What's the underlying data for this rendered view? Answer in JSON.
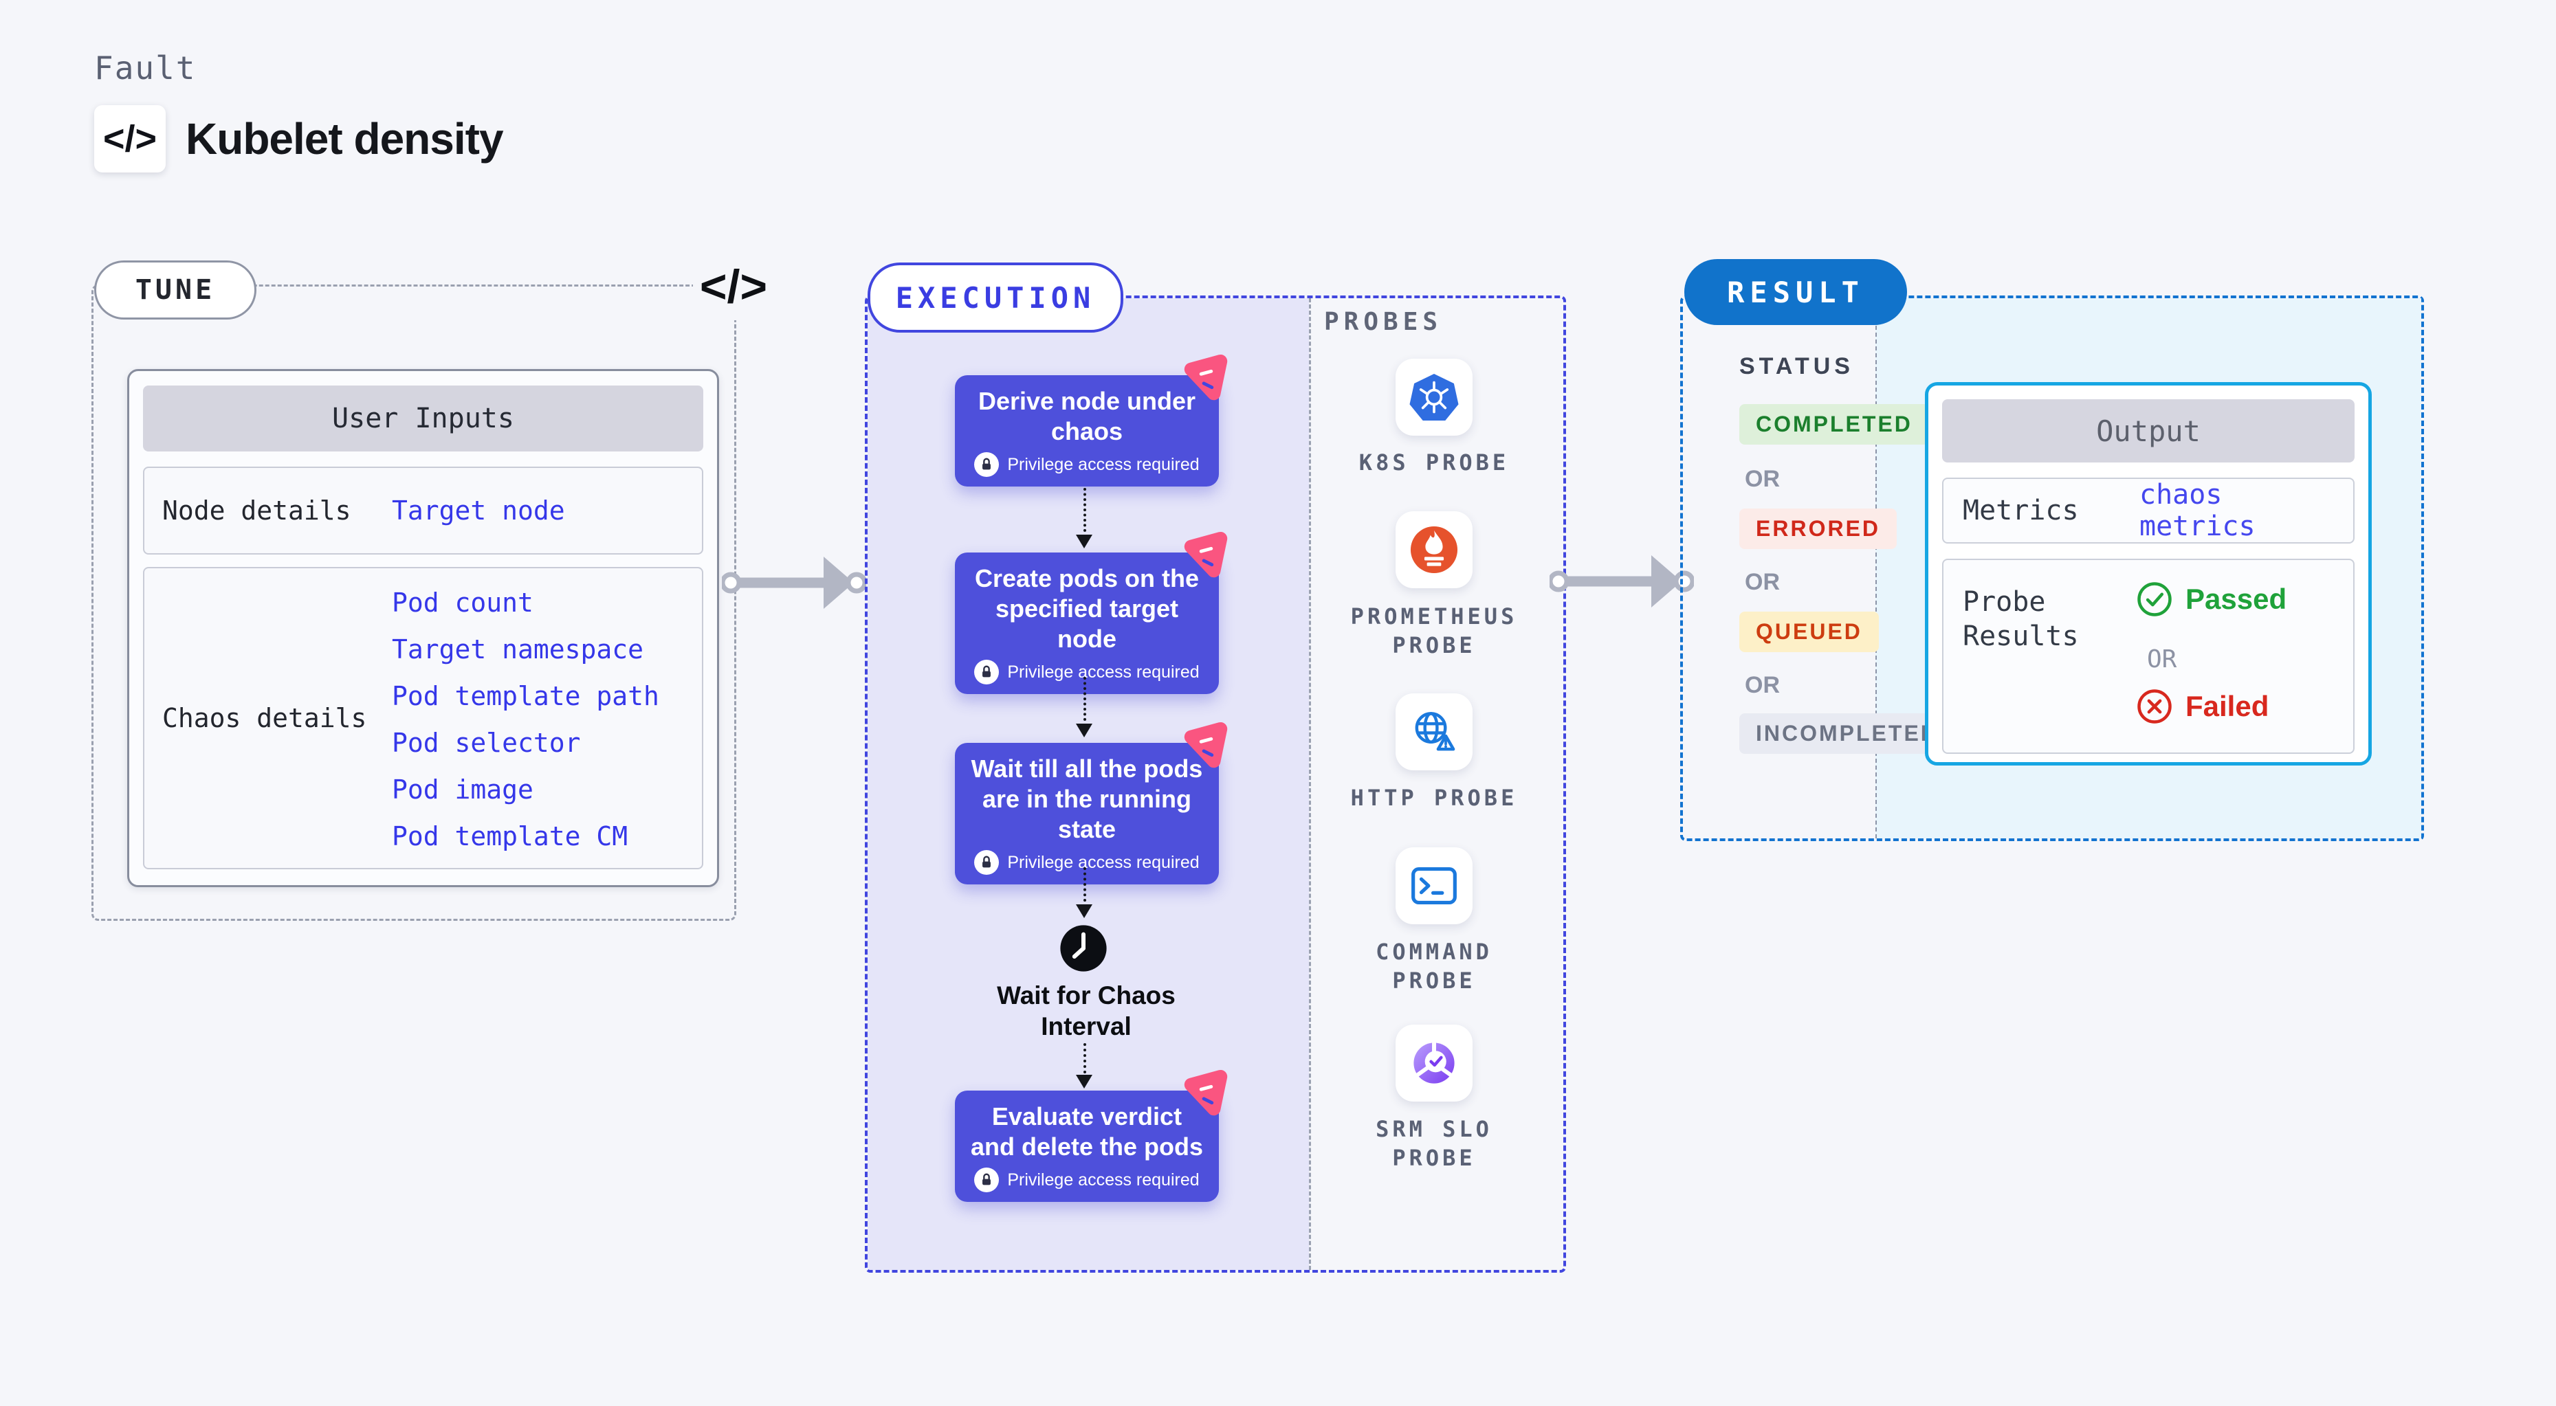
{
  "header": {
    "eyebrow": "Fault",
    "title": "Kubelet density",
    "code_icon": "</>"
  },
  "tune": {
    "label": "TUNE",
    "corner_icon": "</>",
    "user_inputs": {
      "title": "User Inputs",
      "node_row": {
        "label": "Node details",
        "link": "Target node"
      },
      "chaos_row": {
        "label": "Chaos details",
        "links": [
          "Pod count",
          "Target namespace",
          "Pod template path",
          "Pod selector",
          "Pod image",
          "Pod template CM"
        ]
      }
    }
  },
  "execution": {
    "label": "EXECUTION",
    "steps": [
      {
        "text": "Derive node under chaos",
        "privilege": "Privilege access required",
        "icon": "chaos-experiment-icon"
      },
      {
        "text": "Create pods on the specified target node",
        "privilege": "Privilege access required",
        "icon": "chaos-experiment-icon"
      },
      {
        "text": "Wait till all the pods are in the running state",
        "privilege": "Privilege access required",
        "icon": "chaos-experiment-icon"
      },
      {
        "text": "Evaluate verdict and delete the pods",
        "privilege": "Privilege access required",
        "icon": "chaos-experiment-icon"
      }
    ],
    "wait_step": {
      "label": "Wait for Chaos Interval",
      "icon": "clock-icon"
    },
    "probes": {
      "title": "PROBES",
      "items": [
        {
          "label": "K8S PROBE",
          "icon": "kubernetes-icon"
        },
        {
          "label": "PROMETHEUS\nPROBE",
          "icon": "prometheus-flame-icon"
        },
        {
          "label": "HTTP PROBE",
          "icon": "globe-warning-icon"
        },
        {
          "label": "COMMAND\nPROBE",
          "icon": "terminal-icon"
        },
        {
          "label": "SRM SLO\nPROBE",
          "icon": "slo-donut-check-icon"
        }
      ]
    }
  },
  "result": {
    "label": "RESULT",
    "status": {
      "title": "STATUS",
      "items": [
        {
          "text": "COMPLETED"
        },
        {
          "text": "OR"
        },
        {
          "text": "ERRORED"
        },
        {
          "text": "OR"
        },
        {
          "text": "QUEUED"
        },
        {
          "text": "OR"
        },
        {
          "text": "INCOMPLETED"
        }
      ]
    },
    "output": {
      "title": "Output",
      "metrics_label": "Metrics",
      "metrics_link": "chaos metrics",
      "probe_results_label": "Probe Results",
      "passed": "Passed",
      "or": "OR",
      "failed": "Failed",
      "passed_icon": "check-circle-icon",
      "failed_icon": "x-circle-icon"
    }
  },
  "colors": {
    "page_bg": "#f5f6fa",
    "accent_indigo": "#4146df",
    "step_purple": "#4e50db",
    "lavender_bg": "#e5e5f9",
    "result_pill_blue": "#1173cb",
    "output_border_cyan": "#16a6e3",
    "link_blue": "#3537e9",
    "passed_green": "#1fa23a",
    "failed_red": "#d8281e",
    "chaos_badge_pink": "#fa5580",
    "completed_green": "#1b7f2d",
    "queued_amber_bg": "#fdf0c8"
  }
}
